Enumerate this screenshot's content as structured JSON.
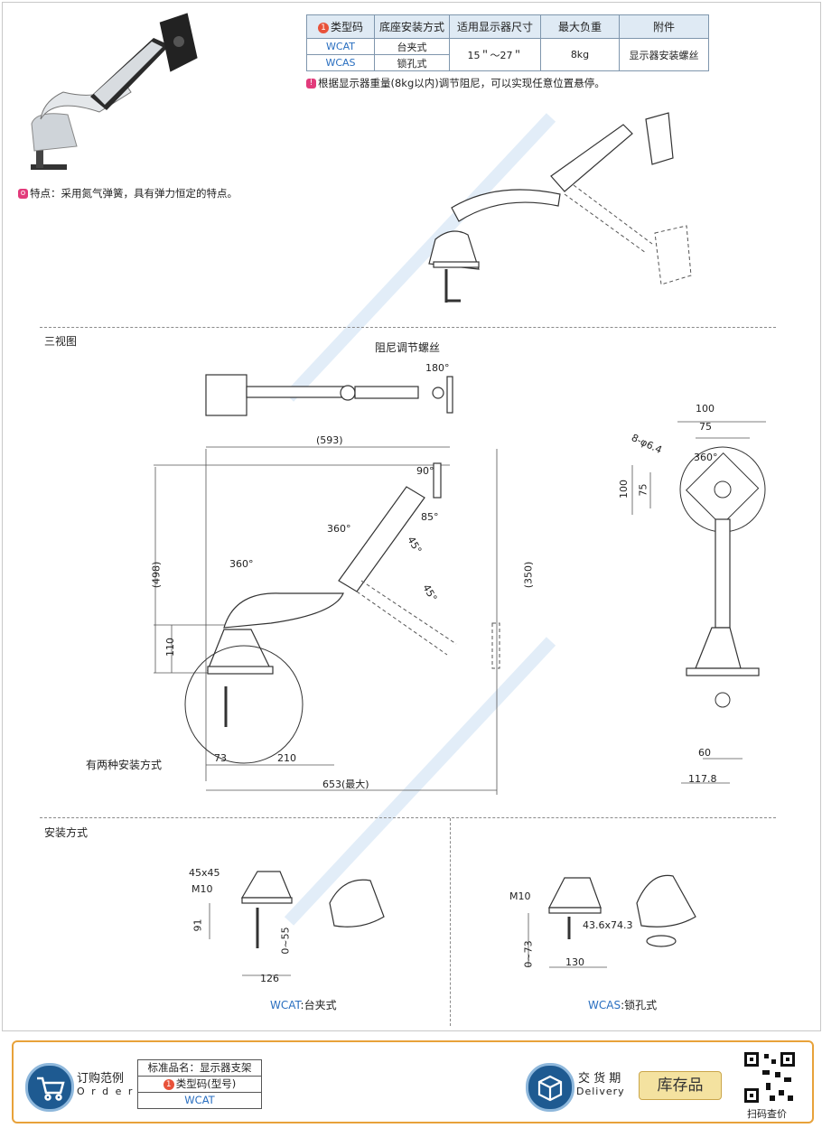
{
  "spec_table": {
    "headers": [
      "类型码",
      "底座安装方式",
      "适用显示器尺寸",
      "最大负重",
      "附件"
    ],
    "header_num": "1",
    "rows": [
      {
        "code": "WCAT",
        "mount": "台夹式"
      },
      {
        "code": "WCAS",
        "mount": "锁孔式"
      }
    ],
    "size": "15＂～27＂",
    "load": "8kg",
    "accessory": "显示器安装螺丝"
  },
  "notes": {
    "damping": "根据显示器重量(8kg以内)调节阻尼，可以实现任意位置悬停。",
    "feature": "特点：采用氮气弹簧，具有弹力恒定的特点。"
  },
  "sections": {
    "three_view": "三视图",
    "install": "安装方式"
  },
  "top_view": {
    "damping_screw": "阻尼调节螺丝",
    "rot": "180°"
  },
  "side_view": {
    "len_593": "(593)",
    "h_498": "(498)",
    "h_350": "(350)",
    "h_110": "110",
    "a90": "90°",
    "a85": "85°",
    "a45a": "45°",
    "a45b": "45°",
    "r360a": "360°",
    "r360b": "360°",
    "w73": "73",
    "w210": "210",
    "w653": "653(最大)",
    "two_ways": "有两种安装方式"
  },
  "front_view": {
    "w100": "100",
    "w75": "75",
    "holes": "8-φ6.4",
    "r360": "360°",
    "h100": "100",
    "h75": "75",
    "w60": "60",
    "w117": "117.8"
  },
  "install": {
    "wcat_45": "45x45",
    "wcat_m10": "M10",
    "wcat_91": "91",
    "wcat_055": "0~55",
    "wcat_126": "126",
    "wcat_code": "WCAT",
    "wcat_name": "台夹式",
    "wcas_m10": "M10",
    "wcas_hole": "43.6x74.3",
    "wcas_073": "0~73",
    "wcas_130": "130",
    "wcas_code": "WCAS",
    "wcas_name": "锁孔式"
  },
  "footer": {
    "order_cn": "订购范例",
    "order_en": "O r d e r",
    "box_title": "标准品名：显示器支架",
    "box_num": "1",
    "box_type": "类型码(型号)",
    "box_code": "WCAT",
    "delivery_cn": "交 货 期",
    "delivery_en": "Delivery",
    "stock": "库存品",
    "qr": "扫码查价"
  },
  "colors": {
    "accent": "#2a6fc0",
    "footer_border": "#e8a23a",
    "warn": "#e23b7b"
  }
}
